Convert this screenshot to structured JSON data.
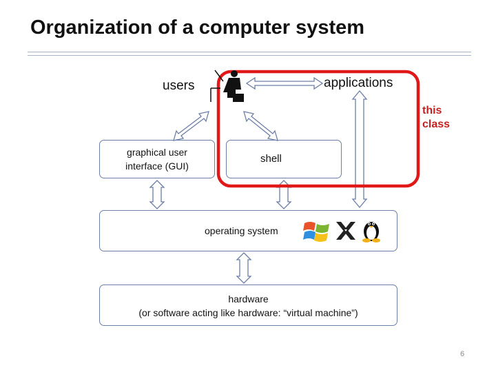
{
  "slide": {
    "title": "Organization of a computer system",
    "page_number": "6"
  },
  "diagram": {
    "users_label": "users",
    "applications_label": "applications",
    "gui_label_line1": "graphical user",
    "gui_label_line2": "interface (GUI)",
    "shell_label": "shell",
    "os_label": "operating system",
    "hardware_label_line1": "hardware",
    "hardware_label_line2": "(or software acting like hardware: “virtual machine”)",
    "highlight_label_line1": "this",
    "highlight_label_line2": "class"
  },
  "colors": {
    "highlight": "#e01818",
    "box_border": "#6b7ea6",
    "arrow": "#6b7ea6"
  },
  "icons": [
    "user-at-computer-icon",
    "windows-logo-icon",
    "x-window-logo-icon",
    "linux-tux-icon"
  ]
}
